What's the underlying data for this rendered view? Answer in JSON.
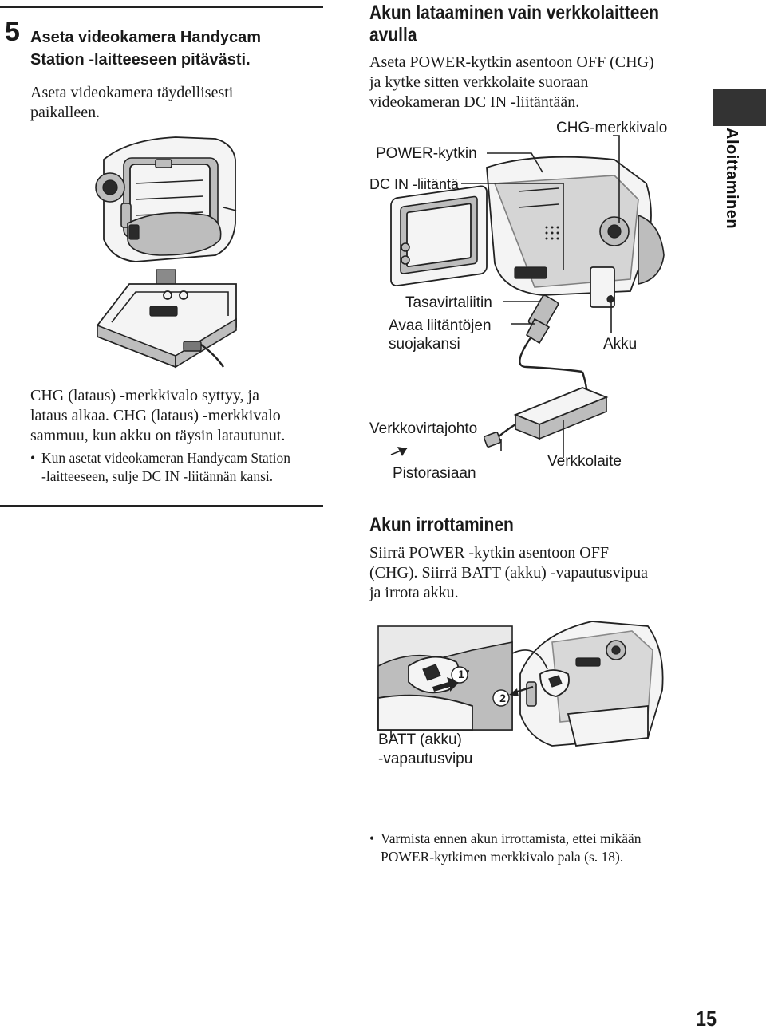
{
  "step": {
    "number": "5",
    "title_line1": "Aseta videokamera Handycam",
    "title_line2": "Station -laitteeseen pitävästi.",
    "desc_line1": "Aseta videokamera täydellisesti",
    "desc_line2": "paikalleen."
  },
  "left_bottom": {
    "p1_line1": "CHG (lataus) -merkkivalo syttyy, ja",
    "p1_line2": "lataus alkaa. CHG (lataus) -merkkivalo",
    "p1_line3": "sammuu, kun akku on täysin latautunut.",
    "bullet_line1": "Kun asetat videokameran Handycam Station",
    "bullet_line2": "-laitteeseen, sulje DC IN -liitännän kansi."
  },
  "ac_section": {
    "heading_line1": "Akun lataaminen vain verkkolaitteen",
    "heading_line2": "avulla",
    "p_line1": "Aseta POWER-kytkin asentoon OFF (CHG)",
    "p_line2": "ja kytke sitten verkkolaite suoraan",
    "p_line3": "videokameran DC IN -liitäntään."
  },
  "diagram_labels": {
    "chg_lamp": "CHG-merkkivalo",
    "power_switch": "POWER-kytkin",
    "dc_in_jack": "DC IN -liitäntä",
    "dc_plug": "Tasavirtaliitin",
    "open_cover_line1": "Avaa liitäntöjen",
    "open_cover_line2": "suojakansi",
    "battery": "Akku",
    "power_cord": "Verkkovirtajohto",
    "to_outlet": "Pistorasiaan",
    "ac_adaptor": "Verkkolaite"
  },
  "removal": {
    "heading": "Akun irrottaminen",
    "p_line1": "Siirrä POWER -kytkin asentoon OFF",
    "p_line2": "(CHG). Siirrä BATT (akku) -vapautusvipua",
    "p_line3": "ja irrota akku.",
    "marker1": "1",
    "marker2": "2",
    "batt_label_line1": "BATT (akku)",
    "batt_label_line2": "-vapautusvipu",
    "note_line1": "Varmista ennen akun irrottamista, ettei mikään",
    "note_line2": "POWER-kytkimen merkkivalo pala (s. 18)."
  },
  "side_tab": {
    "label": "Aloittaminen"
  },
  "page_number": "15"
}
